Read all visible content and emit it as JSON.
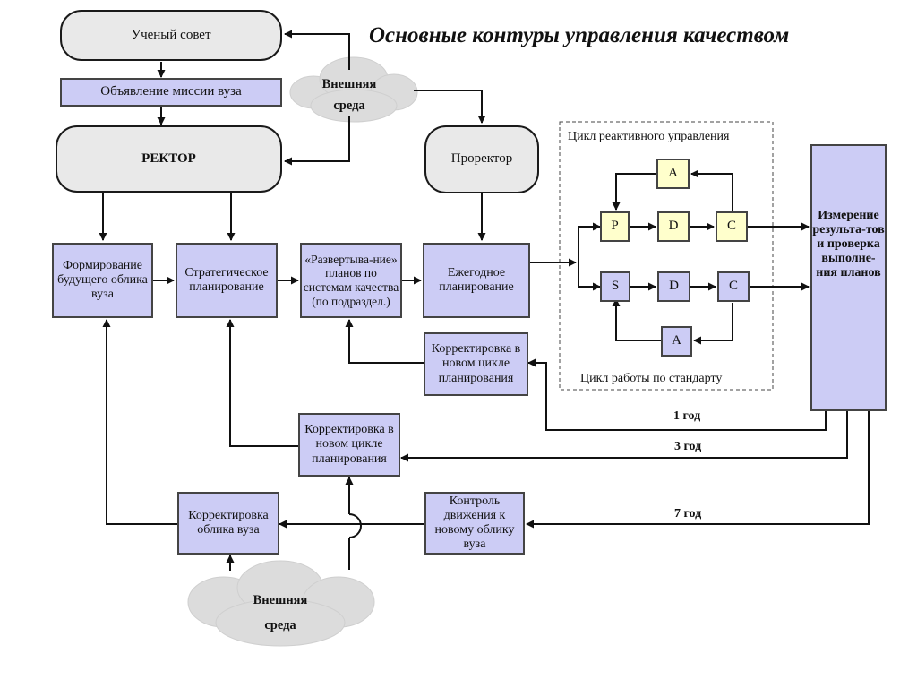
{
  "title": "Основные контуры управления качеством",
  "nodes": {
    "academic_council": "Ученый совет",
    "mission": "Объявление миссии вуза",
    "rector": "РЕКТОР",
    "prorector": "Проректор",
    "future_image": "Формирование будущего облика вуза",
    "strategic": "Стратегическое планирование",
    "deployment": "«Развертыва-ние» планов по системам качества (по подраздел.)",
    "annual": "Ежегодное планирование",
    "correction_1": "Корректировка в новом цикле планирования",
    "correction_3": "Корректировка в новом цикле планирования",
    "correction_image": "Корректировка облика вуза",
    "control": "Контроль движения к новому облику вуза",
    "measurement": "Измерение результа-тов и проверка выполне-ния планов"
  },
  "clouds": {
    "top": [
      "Внешняя",
      "среда"
    ],
    "bottom": [
      "Внешняя",
      "среда"
    ]
  },
  "reactive_cycle": {
    "label": "Цикл реактивного управления",
    "letters": [
      "A",
      "P",
      "D",
      "C"
    ]
  },
  "standard_cycle": {
    "label": "Цикл работы по стандарту",
    "letters": [
      "S",
      "D",
      "C",
      "A"
    ]
  },
  "loops": {
    "one_year": "1 год",
    "three_years": "3 год",
    "seven_years": "7 год"
  }
}
